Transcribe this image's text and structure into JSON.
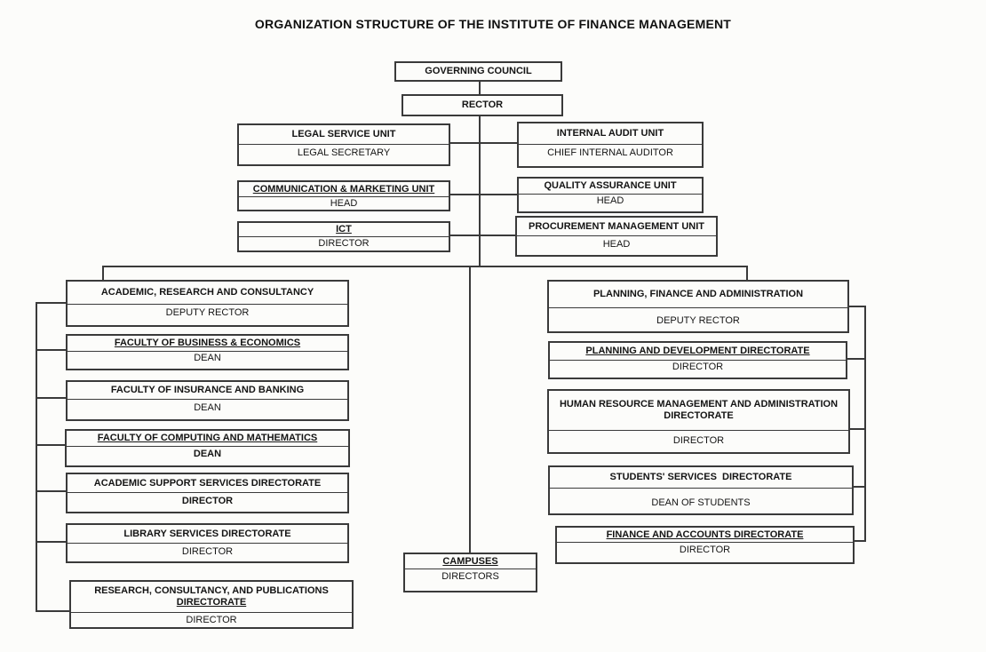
{
  "title": "ORGANIZATION STRUCTURE OF THE INSTITUTE OF FINANCE MANAGEMENT",
  "colors": {
    "line": "#3a3a3a",
    "text": "#141414",
    "background": "#fcfcfa"
  },
  "nodes": {
    "governing_council": {
      "title": "GOVERNING COUNCIL"
    },
    "rector": {
      "title": "RECTOR"
    },
    "legal_service": {
      "title": "LEGAL SERVICE UNIT",
      "role": "LEGAL SECRETARY"
    },
    "internal_audit": {
      "title": "INTERNAL AUDIT UNIT",
      "role": "CHIEF INTERNAL AUDITOR"
    },
    "communication_marketing": {
      "title": "COMMUNICATION & MARKETING UNIT",
      "role": "HEAD"
    },
    "quality_assurance": {
      "title": "QUALITY ASSURANCE UNIT",
      "role": "HEAD"
    },
    "ict": {
      "title": "ICT",
      "role": "DIRECTOR"
    },
    "procurement": {
      "title": "PROCUREMENT MANAGEMENT UNIT",
      "role": "HEAD"
    },
    "academic_research": {
      "title": "ACADEMIC, RESEARCH AND CONSULTANCY",
      "role": "DEPUTY RECTOR"
    },
    "faculty_business": {
      "title": "FACULTY OF BUSINESS & ECONOMICS",
      "role": "DEAN"
    },
    "faculty_insurance": {
      "title": "FACULTY OF INSURANCE AND BANKING",
      "role": "DEAN"
    },
    "faculty_computing": {
      "title": "FACULTY OF COMPUTING AND MATHEMATICS",
      "role": "DEAN"
    },
    "academic_support": {
      "title": "ACADEMIC SUPPORT SERVICES DIRECTORATE",
      "role": "DIRECTOR"
    },
    "library": {
      "title": "LIBRARY SERVICES DIRECTORATE",
      "role": "DIRECTOR"
    },
    "research_publications": {
      "title": "RESEARCH, CONSULTANCY, AND PUBLICATIONS",
      "title2": "DIRECTORATE",
      "role": "DIRECTOR"
    },
    "planning_finance": {
      "title": "PLANNING, FINANCE AND ADMINISTRATION",
      "role": "DEPUTY RECTOR"
    },
    "planning_development": {
      "title": "PLANNING AND DEVELOPMENT DIRECTORATE",
      "role": "DIRECTOR"
    },
    "human_resource": {
      "title": "HUMAN RESOURCE MANAGEMENT AND ADMINISTRATION",
      "title2": "DIRECTORATE",
      "role": "DIRECTOR"
    },
    "students_services": {
      "title": "STUDENTS' SERVICES  DIRECTORATE",
      "role": "DEAN OF STUDENTS"
    },
    "finance_accounts": {
      "title": "FINANCE AND ACCOUNTS DIRECTORATE",
      "role": "DIRECTOR"
    },
    "campuses": {
      "title": "CAMPUSES",
      "role": "DIRECTORS"
    }
  }
}
